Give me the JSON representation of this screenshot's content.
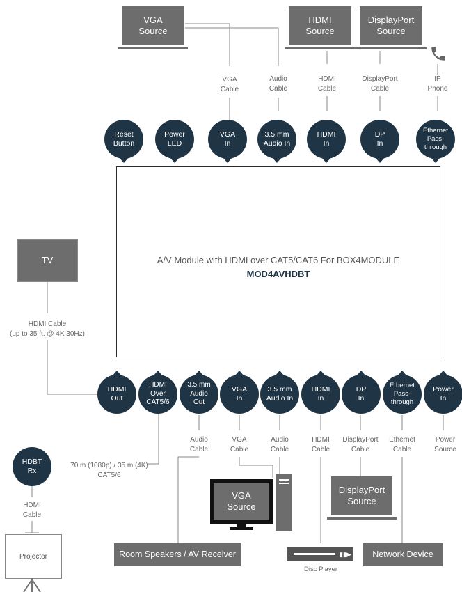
{
  "sources_top": {
    "vga_source": "VGA\nSource",
    "hdmi_source": "HDMI\nSource",
    "displayport_source": "DisplayPort\nSource"
  },
  "cables_top": {
    "vga": "VGA\nCable",
    "audio": "Audio\nCable",
    "hdmi": "HDMI\nCable",
    "displayport": "DisplayPort\nCable",
    "ip_phone": "IP\nPhone"
  },
  "ports_top": [
    "Reset\nButton",
    "Power\nLED",
    "VGA\nIn",
    "3.5 mm\nAudio In",
    "HDMI\nIn",
    "DP\nIn",
    "Ethernet\nPass-\nthrough"
  ],
  "module": {
    "title": "A/V Module with HDMI over CAT5/CAT6 For BOX4MODULE",
    "model": "MOD4AVHDBT"
  },
  "left": {
    "tv": "TV",
    "hdmi_cable": "HDMI Cable\n(up to 35 ft. @ 4K 30Hz)",
    "hdbt_rx": "HDBT\nRx",
    "hdbt_cable": "70 m (1080p) / 35 m (4K)\nCAT5/6",
    "projector_cable": "HDMI\nCable",
    "projector": "Projector"
  },
  "ports_bottom": [
    "HDMI\nOut",
    "HDMI\nOver\nCAT5/6",
    "3.5 mm\nAudio\nOut",
    "VGA\nIn",
    "3.5 mm\nAudio In",
    "HDMI\nIn",
    "DP\nIn",
    "Ethernet\nPass-\nthrough",
    "Power\nIn"
  ],
  "cables_bottom": {
    "audio_out": "Audio\nCable",
    "vga": "VGA\nCable",
    "audio_in": "Audio\nCable",
    "hdmi": "HDMI\nCable",
    "displayport": "DisplayPort\nCable",
    "ethernet": "Ethernet\nCable",
    "power": "Power\nSource"
  },
  "devices_bottom": {
    "vga_source": "VGA\nSource",
    "displayport_source": "DisplayPort\nSource",
    "speakers": "Room Speakers / AV Receiver",
    "disc_player": "Disc Player",
    "network_device": "Network Device"
  }
}
